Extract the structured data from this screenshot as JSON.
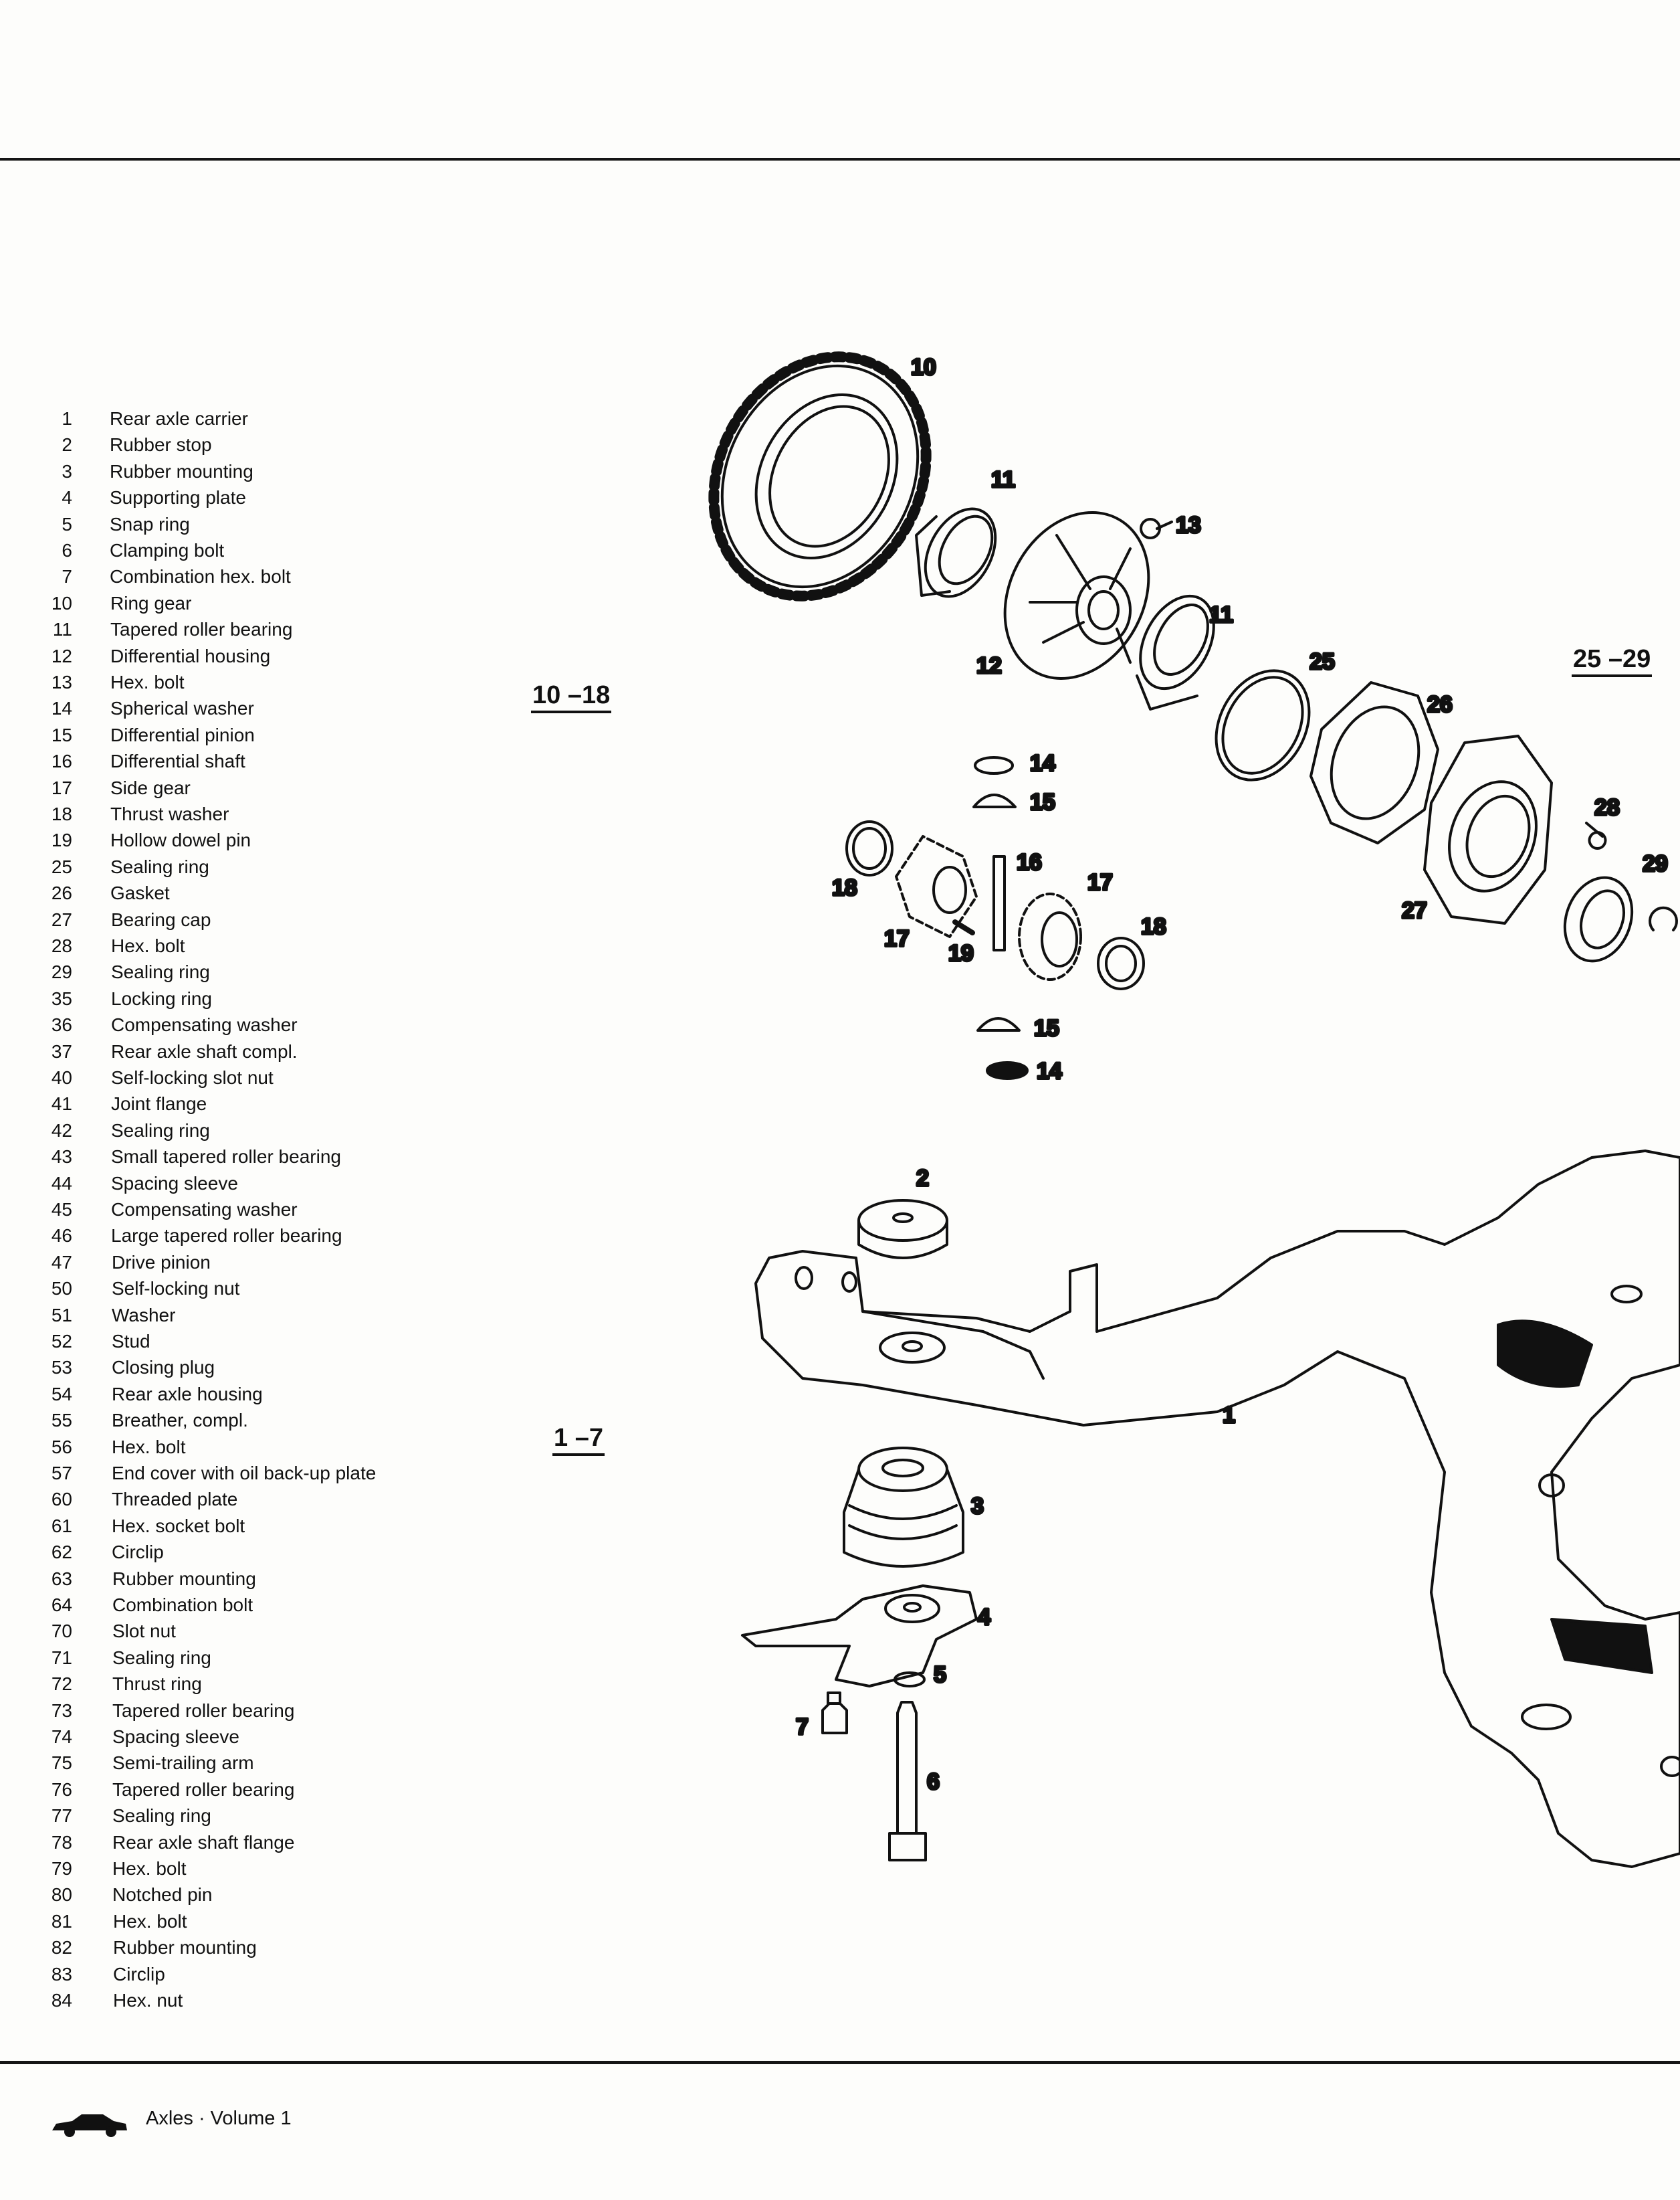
{
  "parts": [
    {
      "num": "1",
      "name": "Rear axle carrier"
    },
    {
      "num": "2",
      "name": "Rubber stop"
    },
    {
      "num": "3",
      "name": "Rubber mounting"
    },
    {
      "num": "4",
      "name": "Supporting plate"
    },
    {
      "num": "5",
      "name": "Snap ring"
    },
    {
      "num": "6",
      "name": "Clamping bolt"
    },
    {
      "num": "7",
      "name": "Combination hex. bolt"
    },
    {
      "num": "10",
      "name": "Ring gear"
    },
    {
      "num": "11",
      "name": "Tapered roller bearing"
    },
    {
      "num": "12",
      "name": "Differential housing"
    },
    {
      "num": "13",
      "name": "Hex. bolt"
    },
    {
      "num": "14",
      "name": "Spherical washer"
    },
    {
      "num": "15",
      "name": "Differential pinion"
    },
    {
      "num": "16",
      "name": "Differential shaft"
    },
    {
      "num": "17",
      "name": "Side gear"
    },
    {
      "num": "18",
      "name": "Thrust washer"
    },
    {
      "num": "19",
      "name": "Hollow dowel pin"
    },
    {
      "num": "25",
      "name": "Sealing ring"
    },
    {
      "num": "26",
      "name": "Gasket"
    },
    {
      "num": "27",
      "name": "Bearing cap"
    },
    {
      "num": "28",
      "name": "Hex. bolt"
    },
    {
      "num": "29",
      "name": "Sealing ring"
    },
    {
      "num": "35",
      "name": "Locking ring"
    },
    {
      "num": "36",
      "name": "Compensating washer"
    },
    {
      "num": "37",
      "name": "Rear axle shaft compl."
    },
    {
      "num": "40",
      "name": "Self-locking slot nut"
    },
    {
      "num": "41",
      "name": "Joint flange"
    },
    {
      "num": "42",
      "name": "Sealing ring"
    },
    {
      "num": "43",
      "name": "Small tapered roller bearing"
    },
    {
      "num": "44",
      "name": "Spacing sleeve"
    },
    {
      "num": "45",
      "name": "Compensating washer"
    },
    {
      "num": "46",
      "name": "Large tapered roller bearing"
    },
    {
      "num": "47",
      "name": "Drive pinion"
    },
    {
      "num": "50",
      "name": "Self-locking nut"
    },
    {
      "num": "51",
      "name": "Washer"
    },
    {
      "num": "52",
      "name": "Stud"
    },
    {
      "num": "53",
      "name": "Closing plug"
    },
    {
      "num": "54",
      "name": "Rear axle housing"
    },
    {
      "num": "55",
      "name": "Breather, compl."
    },
    {
      "num": "56",
      "name": "Hex. bolt"
    },
    {
      "num": "57",
      "name": "End cover with oil back-up plate"
    },
    {
      "num": "60",
      "name": "Threaded plate"
    },
    {
      "num": "61",
      "name": "Hex. socket bolt"
    },
    {
      "num": "62",
      "name": "Circlip"
    },
    {
      "num": "63",
      "name": "Rubber mounting"
    },
    {
      "num": "64",
      "name": "Combination bolt"
    },
    {
      "num": "70",
      "name": "Slot nut"
    },
    {
      "num": "71",
      "name": "Sealing ring"
    },
    {
      "num": "72",
      "name": "Thrust ring"
    },
    {
      "num": "73",
      "name": "Tapered roller bearing"
    },
    {
      "num": "74",
      "name": "Spacing sleeve"
    },
    {
      "num": "75",
      "name": "Semi-trailing arm"
    },
    {
      "num": "76",
      "name": "Tapered roller bearing"
    },
    {
      "num": "77",
      "name": "Sealing ring"
    },
    {
      "num": "78",
      "name": "Rear axle shaft flange"
    },
    {
      "num": "79",
      "name": "Hex. bolt"
    },
    {
      "num": "80",
      "name": "Notched pin"
    },
    {
      "num": "81",
      "name": "Hex. bolt"
    },
    {
      "num": "82",
      "name": "Rubber mounting"
    },
    {
      "num": "83",
      "name": "Circlip"
    },
    {
      "num": "84",
      "name": "Hex. nut"
    }
  ],
  "groups": {
    "g10_18": "10 –18",
    "g25_29": "25 –29",
    "g1_7": "1 –7"
  },
  "callouts": {
    "c10": "10",
    "c11a": "11",
    "c13": "13",
    "c11b": "11",
    "c12": "12",
    "c25": "25",
    "c26": "26",
    "c28": "28",
    "c29": "29",
    "c27": "27",
    "c14a": "14",
    "c15a": "15",
    "c16": "16",
    "c17a": "17",
    "c18a": "18",
    "c17b": "17",
    "c19": "19",
    "c18b": "18",
    "c15b": "15",
    "c14b": "14",
    "c2": "2",
    "c1": "1",
    "c3": "3",
    "c4": "4",
    "c5": "5",
    "c7": "7",
    "c6": "6"
  },
  "footer": {
    "text": "Axles · Volume 1",
    "icon": "car-icon"
  },
  "colors": {
    "ink": "#111111",
    "paper": "#fdfdfb"
  }
}
